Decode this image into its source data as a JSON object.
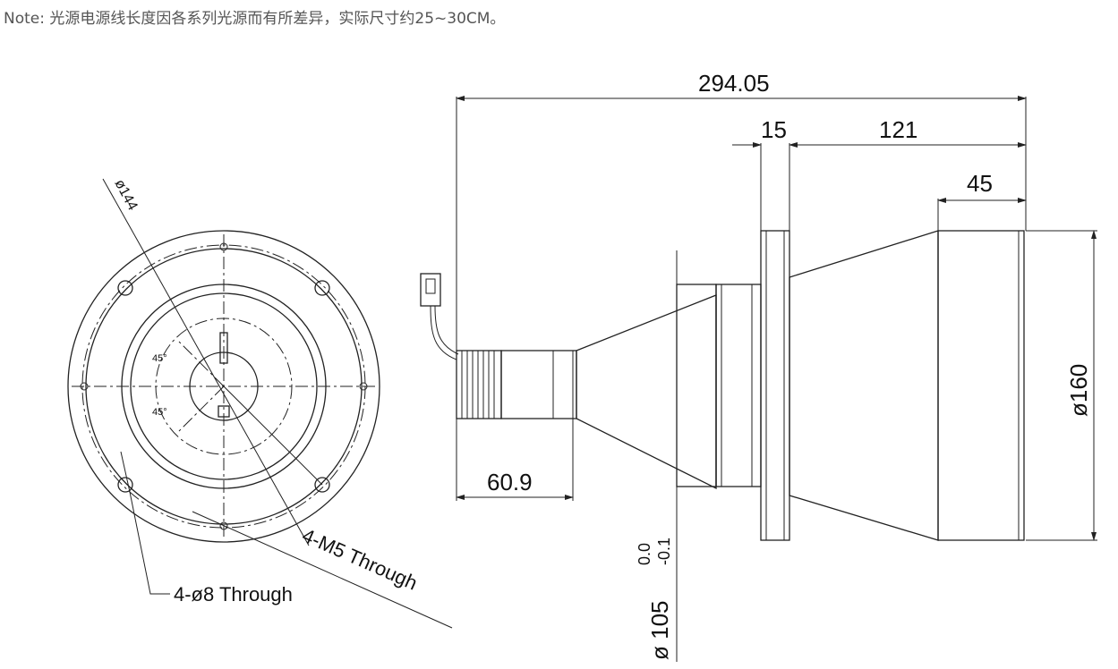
{
  "note": {
    "text": "Note: 光源电源线长度因各系列光源而有所差异，实际尺寸约25~30CM。"
  },
  "front_view": {
    "diameter_label": "ø144",
    "angle_label_1": "45°",
    "angle_label_2": "45°",
    "holes_label": "4-ø8 Through",
    "threads_label": "4-M5 Through"
  },
  "side_view": {
    "overall_length": "294.05",
    "flange_width": "15",
    "body_length": "121",
    "front_length": "45",
    "neck_length": "60.9",
    "outer_diameter": "ø160",
    "mount_diameter": "ø 105",
    "tolerance_upper": "0.0",
    "tolerance_lower": "-0.1"
  }
}
